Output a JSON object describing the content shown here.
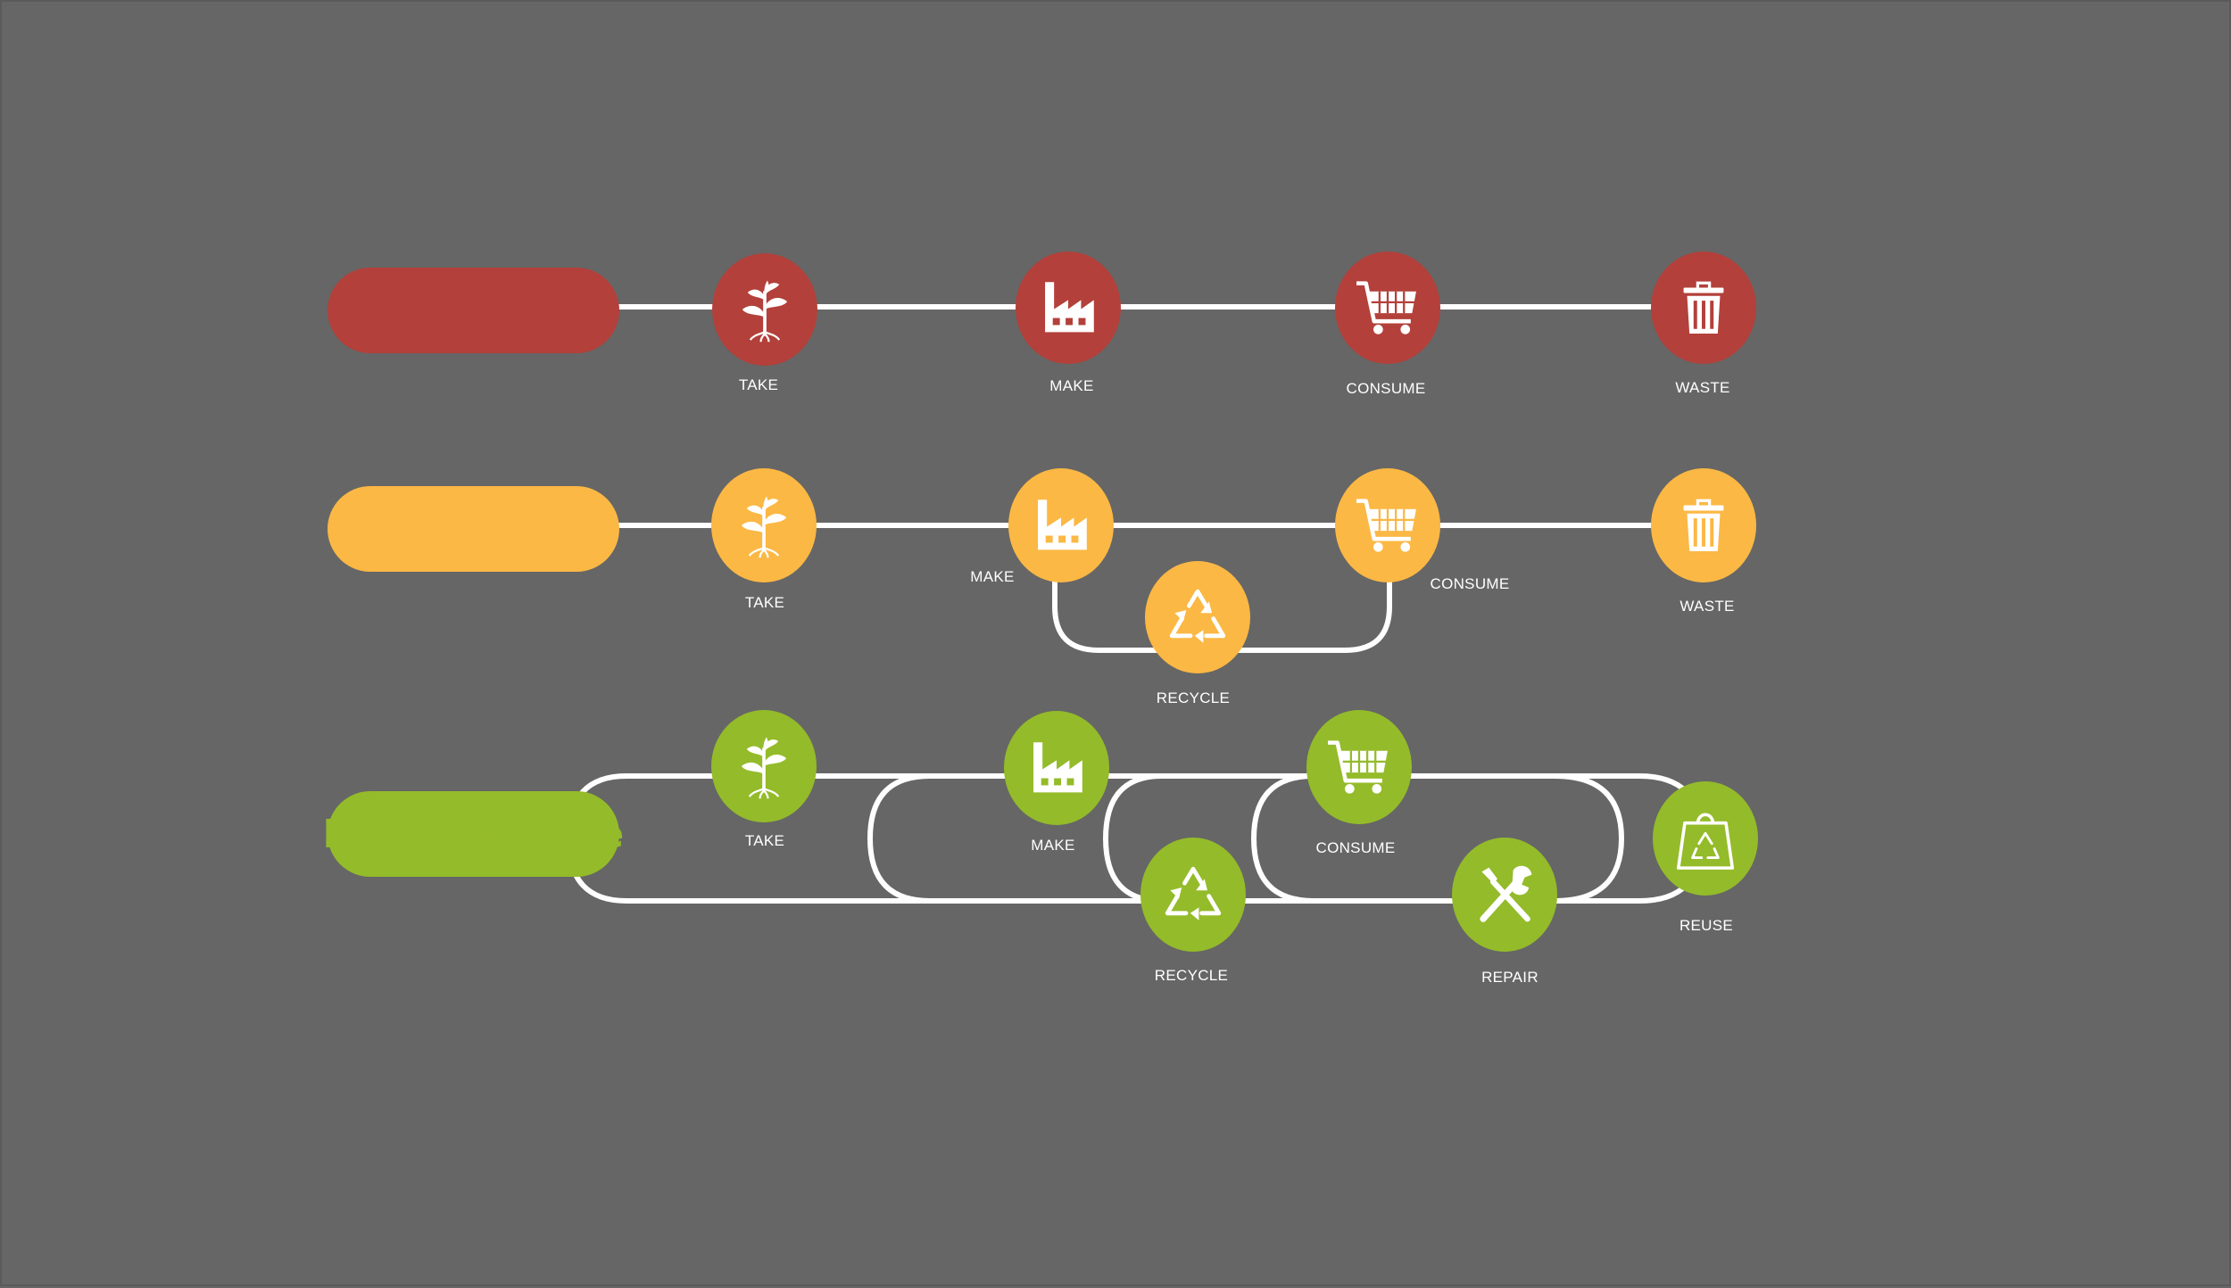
{
  "colors": {
    "background": "#666666",
    "extractive": "#b3403a",
    "sustainable": "#fbb844",
    "regenerative": "#94bb2a",
    "connector": "#ffffff"
  },
  "rows": {
    "extractive": {
      "title": "Extractive",
      "take": "TAKE",
      "make": "MAKE",
      "consume": "CONSUME",
      "waste": "WASTE"
    },
    "sustainable": {
      "title": "Sustainable",
      "take": "TAKE",
      "make": "MAKE",
      "consume": "CONSUME",
      "waste": "WASTE",
      "recycle": "RECYCLE"
    },
    "regenerative": {
      "title": "Regenerative",
      "take": "TAKE",
      "make": "MAKE",
      "consume": "CONSUME",
      "recycle": "RECYCLE",
      "repair": "REPAIR",
      "reuse": "REUSE"
    }
  },
  "icons": {
    "take": "sprout-icon",
    "make": "factory-icon",
    "consume": "shopping-cart-icon",
    "waste": "trash-can-icon",
    "recycle": "recycle-icon",
    "repair": "wrench-screwdriver-icon",
    "reuse": "reusable-bag-icon"
  }
}
